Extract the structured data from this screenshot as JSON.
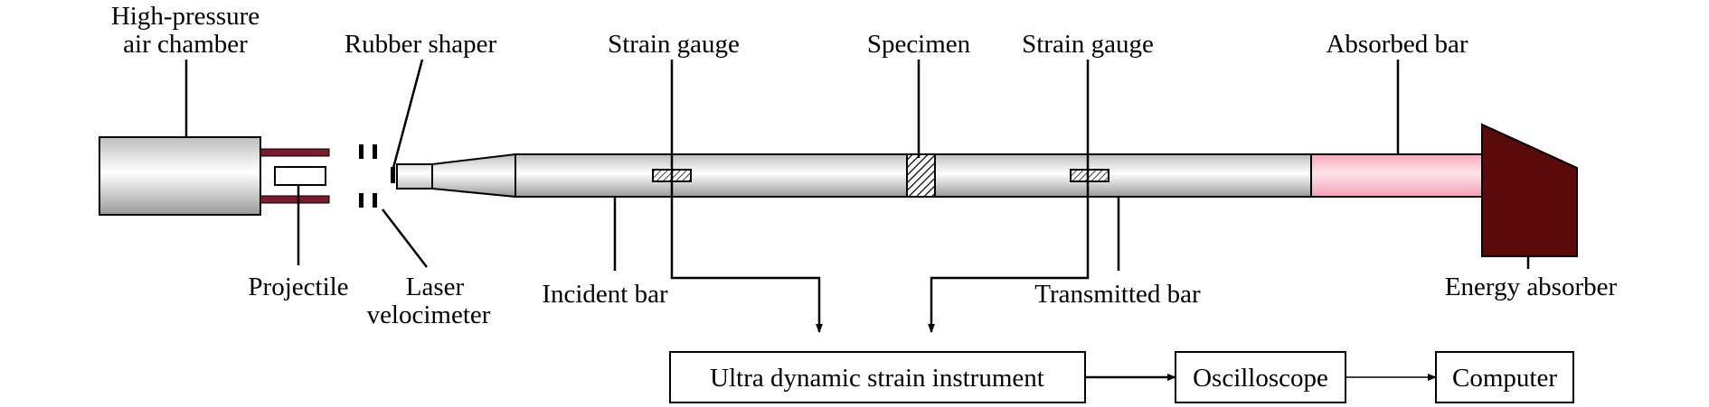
{
  "labels": {
    "air_chamber_line1": "High-pressure",
    "air_chamber_line2": "air chamber",
    "rubber_shaper": "Rubber shaper",
    "strain_gauge_left": "Strain gauge",
    "specimen": "Specimen",
    "strain_gauge_right": "Strain gauge",
    "absorbed_bar": "Absorbed bar",
    "projectile": "Projectile",
    "laser_line1": "Laser",
    "laser_line2": "velocimeter",
    "incident_bar": "Incident bar",
    "transmitted_bar": "Transmitted bar",
    "energy_absorber": "Energy absorber"
  },
  "boxes": {
    "strain_instrument": "Ultra dynamic strain instrument",
    "oscilloscope": "Oscilloscope",
    "computer": "Computer"
  },
  "colors": {
    "outline": "#000000",
    "absorbed_bar_fill": "#f9c3d0",
    "energy_absorber_fill": "#5a0a0a",
    "rubber_strip_fill": "#7a1a2a",
    "bar_highlight": "#ffffff",
    "bar_shadow": "#bdbdbd"
  }
}
